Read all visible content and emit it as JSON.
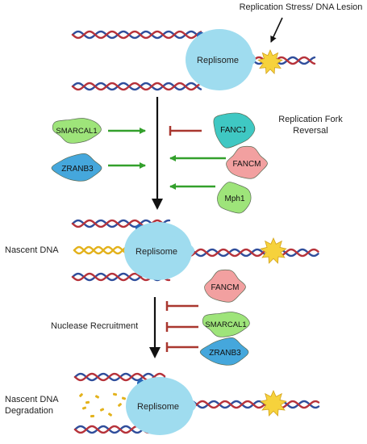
{
  "labels": {
    "stress": "Replication Stress/ DNA Lesion",
    "fork_reversal": [
      "Replication Fork",
      "Reversal"
    ],
    "nascent_dna": "Nascent DNA",
    "nuclease": "Nuclease Recruitment",
    "degradation": [
      "Nascent DNA",
      "Degradation"
    ]
  },
  "replisome_label": "Replisome",
  "proteins": {
    "smarcal1": "SMARCAL1",
    "zranb3": "ZRANB3",
    "fancj": "FANCJ",
    "fancm": "FANCM",
    "mph1": "Mph1"
  },
  "colors": {
    "strand_red": "#b6323a",
    "strand_blue": "#2f4d9b",
    "strand_yellow": "#e3b21c",
    "replisome": "#9fdcef",
    "lesion": "#f6d23c",
    "promote_arrow": "#33a02c",
    "inhibit": "#a9372f",
    "smarcal1": "#9ee47a",
    "zranb3": "#45a7dc",
    "fancj": "#3fc8c3",
    "fancm": "#f2a0a0",
    "mph1": "#9ee47a"
  }
}
